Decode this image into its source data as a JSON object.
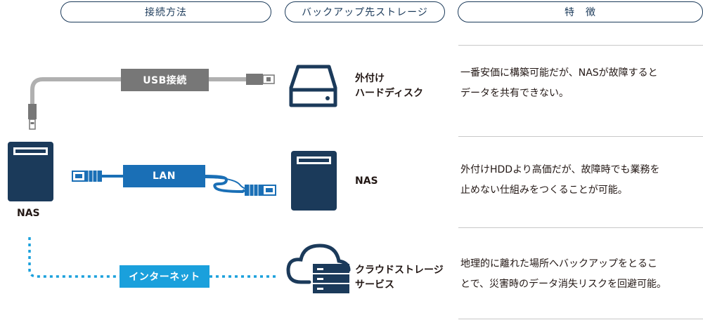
{
  "headers": {
    "connection": "接続方法",
    "storage": "バックアップ先ストレージ",
    "features": "特　徴"
  },
  "connections": {
    "usb": "USB接続",
    "lan": "LAN",
    "internet": "インターネット"
  },
  "source_device": "NAS",
  "storages": [
    {
      "line1": "外付け",
      "line2": "ハードディスク",
      "icon": "hard-drive-icon"
    },
    {
      "line1": "NAS",
      "line2": "",
      "icon": "nas-icon"
    },
    {
      "line1": "クラウドストレージ",
      "line2": "サービス",
      "icon": "cloud-server-icon"
    }
  ],
  "features": [
    {
      "line1": "一番安価に構築可能だが、NASが故障すると",
      "line2": "データを共有できない。"
    },
    {
      "line1": "外付けHDDより高価だが、故障時でも業務を",
      "line2": "止めない仕組みをつくることが可能。"
    },
    {
      "line1": "地理的に離れた場所へバックアップをとるこ",
      "line2": "とで、災害時のデータ消失リスクを回避可能。"
    }
  ],
  "colors": {
    "navy": "#1b3a5a",
    "usb_gray": "#777777",
    "lan_blue": "#1a6fb6",
    "internet_cyan": "#1aa0dc"
  }
}
